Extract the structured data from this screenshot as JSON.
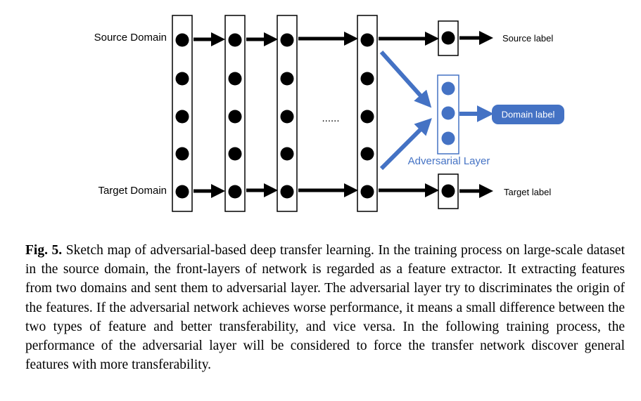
{
  "diagram": {
    "source_domain": "Source Domain",
    "target_domain": "Target Domain",
    "source_label": "Source label",
    "target_label": "Target label",
    "domain_label": "Domain label",
    "adversarial_layer": "Adversarial Layer",
    "ellipsis": "......",
    "colors": {
      "black": "#000000",
      "blue": "#4472c4"
    }
  },
  "caption": {
    "lead": "Fig. 5.",
    "text": "Sketch map of adversarial-based deep transfer learning. In the training process on large-scale dataset in the source domain, the front-layers of network is regarded as a feature extractor. It extracting features from two domains and sent them to adversarial layer. The adversarial layer try to discriminates the origin of the features. If the adversarial network achieves worse performance, it means a small difference between the two types of feature and better transferability, and vice versa. In the following training process, the performance of the adversarial layer will be considered to force the transfer network discover general features with more transferability."
  }
}
